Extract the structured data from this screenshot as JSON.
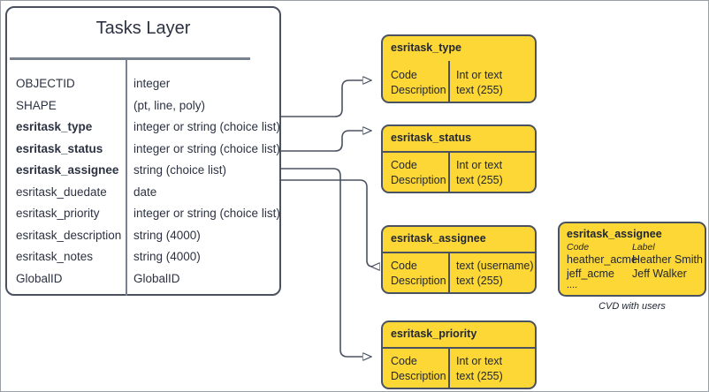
{
  "layer": {
    "title": "Tasks Layer",
    "col_headers": [
      "",
      ""
    ],
    "fields": [
      {
        "name": "OBJECTID",
        "type": "integer",
        "bold": false
      },
      {
        "name": "SHAPE",
        "type": "(pt, line, poly)",
        "bold": false
      },
      {
        "name": "esritask_type",
        "type": "integer or string (choice list)",
        "bold": true
      },
      {
        "name": "esritask_status",
        "type": "integer or string (choice list)",
        "bold": true
      },
      {
        "name": "esritask_assignee",
        "type": "string (choice list)",
        "bold": true
      },
      {
        "name": "esritask_duedate",
        "type": "date",
        "bold": false
      },
      {
        "name": "esritask_priority",
        "type": "integer or string (choice list)",
        "bold": false
      },
      {
        "name": "esritask_description",
        "type": "string (4000)",
        "bold": false
      },
      {
        "name": "esritask_notes",
        "type": "string (4000)",
        "bold": false
      },
      {
        "name": "GlobalID",
        "type": "GlobalID",
        "bold": false
      }
    ]
  },
  "domains": [
    {
      "title": "esritask_type",
      "left": [
        "Code",
        "Description"
      ],
      "right": [
        "Int or text",
        "text (255)"
      ],
      "header_rule": false
    },
    {
      "title": "esritask_status",
      "left": [
        "Code",
        "Description"
      ],
      "right": [
        "Int or text",
        "text (255)"
      ],
      "header_rule": true
    },
    {
      "title": "esritask_assignee",
      "left": [
        "Code",
        "Description"
      ],
      "right": [
        "text  (username)",
        "text (255)"
      ],
      "header_rule": true
    },
    {
      "title": "esritask_priority",
      "left": [
        "Code",
        "Description"
      ],
      "right": [
        "Int or text",
        "text (255)"
      ],
      "header_rule": true
    }
  ],
  "cvd": {
    "title": "esritask_assignee",
    "head_code": "Code",
    "head_label": "Label",
    "rows": [
      {
        "code": "heather_acme",
        "label": "Heather Smith"
      },
      {
        "code": "jeff_acme",
        "label": "Jeff Walker"
      }
    ],
    "ellipsis": "....",
    "caption": "CVD with users"
  },
  "colors": {
    "domain_fill": "#FCD735",
    "stroke": "#4a5160",
    "text": "#2c3242",
    "page_border": "#9aa0a6"
  }
}
